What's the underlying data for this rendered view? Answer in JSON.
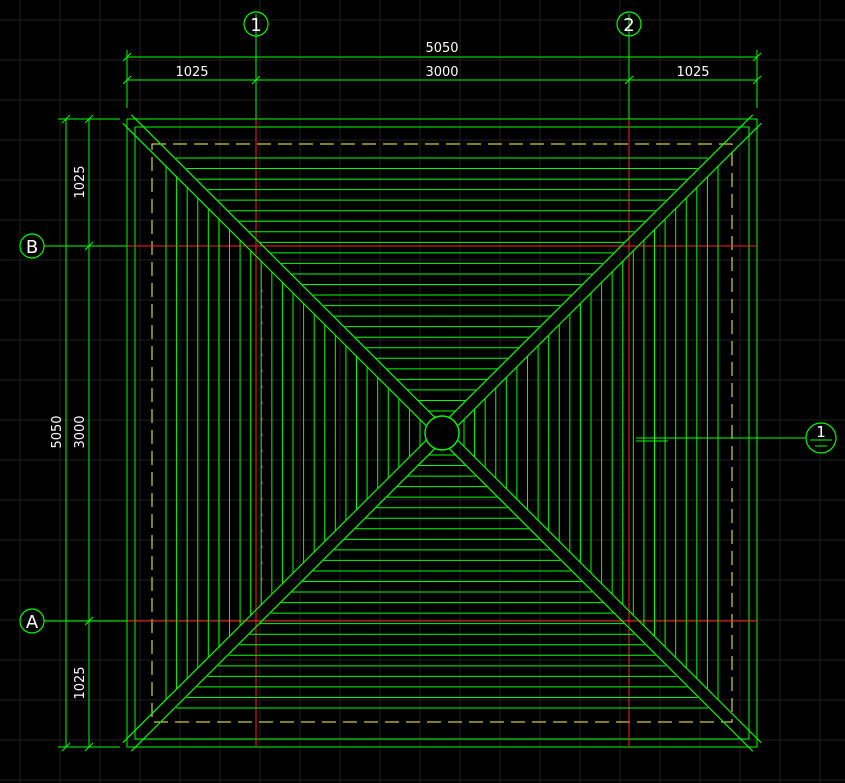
{
  "colors": {
    "background": "#000000",
    "grid": "#1f1f1f",
    "linework": "#00ff00",
    "axis": "#ff2020",
    "hidden": "#ffff40",
    "text": "#ffffff"
  },
  "dimensions": {
    "overall_top": "5050",
    "top_left": "1025",
    "top_mid": "3000",
    "top_right": "1025",
    "overall_left": "5050",
    "left_top": "1025",
    "left_mid": "3000",
    "left_bottom": "1025"
  },
  "axes": {
    "col_1": "1",
    "col_2": "2",
    "row_b": "B",
    "row_a": "A"
  },
  "section_marker": {
    "number": "1"
  }
}
